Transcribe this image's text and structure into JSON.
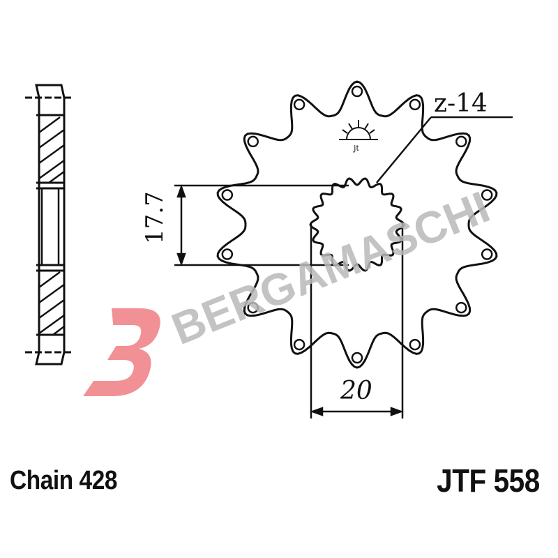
{
  "drawing": {
    "tooth_count_label": "z-14",
    "bore_height_dimension": "17.7",
    "spline_width_dimension": "20",
    "logo_mark": "sun-over-horizon",
    "logo_caption": "jt"
  },
  "footer": {
    "chain_label": "Chain 428",
    "part_number": "JTF 558"
  },
  "watermark": {
    "brand": "BERGAMASCHI",
    "logo_letter": "B",
    "logo_color": "#e8474f",
    "text_color": "#b9b9b9"
  }
}
